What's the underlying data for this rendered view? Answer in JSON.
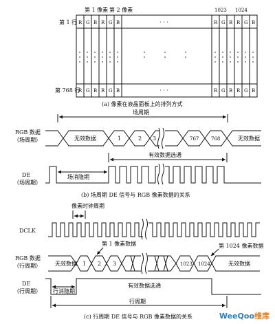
{
  "panel_a": {
    "pixel1": "第 1 像素",
    "pixel2": "第 2 像素",
    "col1023": "1023",
    "col1024": "1024",
    "row1": "第 1 行",
    "row768": "第 768 行",
    "cells": [
      "R",
      "G",
      "B",
      "R",
      "G",
      "B"
    ],
    "cells_right": [
      "R",
      "G",
      "B",
      "R",
      "G",
      "B"
    ],
    "dots": "· · ·",
    "caption": "(a) 像素在液晶面板上的排列方式"
  },
  "panel_b": {
    "frame_period": "场周期",
    "rgb_label1": "RGB 数据",
    "rgb_label2": "（场周期）",
    "invalid_left": "无效数据",
    "invalid_right": "无效数据",
    "d1": "1",
    "d2": "2",
    "d3": "3",
    "d767": "767",
    "d768": "768",
    "valid_strobe": "有效数据选通",
    "de_label1": "DE",
    "de_label2": "（场周期）",
    "blank": "场消隐期",
    "caption": "(b) 场周期 DE 信号与 RGB 像素数据的关系"
  },
  "panel_c": {
    "clk_period": "像素时钟周期",
    "dclk": "DCLK",
    "first_pixel": "第 1 像素数据",
    "last_pixel": "第 1024 像素数据",
    "rgb_label1": "RGB 数据",
    "rgb_label2": "（行周期）",
    "invalid_left": "无效数据",
    "invalid_right": "无效数据",
    "d1": "1",
    "d2": "2",
    "d3": "3",
    "d1023": "1023",
    "d1024": "1024",
    "de_label1": "DE",
    "de_label2": "（行周期）",
    "blank": "行消隐期",
    "valid_strobe": "有效数据选通",
    "line_period": "行周期",
    "caption": "(c) 行周期 DE 信号与 RGB 像素数据的关系"
  },
  "watermark": {
    "a": "WeeQoo",
    "b": "维库"
  }
}
